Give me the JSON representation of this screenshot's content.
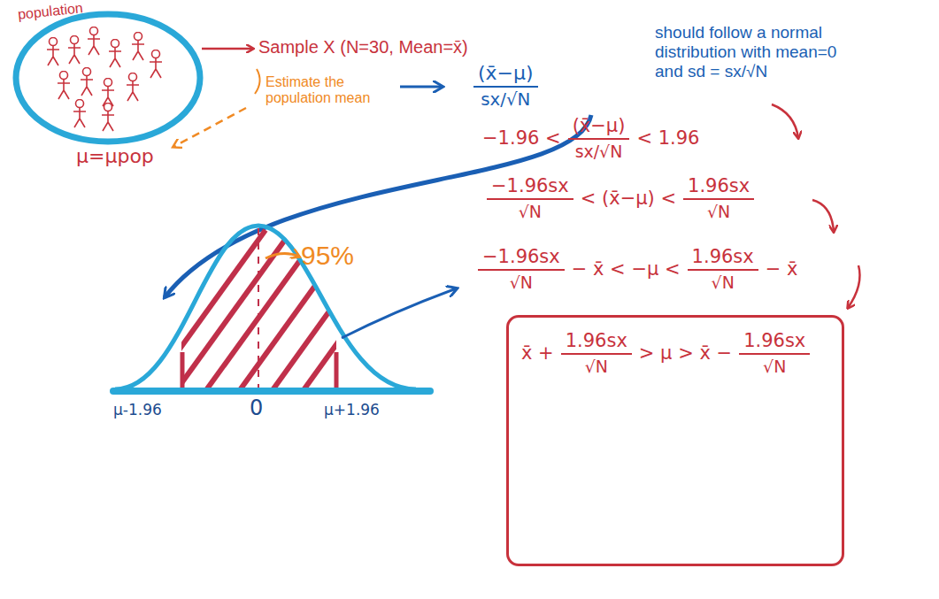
{
  "diagram": {
    "nodes": [
      {
        "text": [
          "population"
        ]
      },
      {
        "text": [
          "x̄ +",
          "1.96sx",
          "√N",
          "> μ > x̄ −",
          "1.96sx",
          "√N"
        ]
      }
    ],
    "labels": [
      "Sample X (N=30, Mean=x̄)",
      "Estimate the population mean",
      "μ=μpop",
      "(x̄−μ)",
      "sx/√N",
      "should follow a normal distribution with mean=0 and sd = sx/√N",
      "95%",
      "μ-1.96",
      "0",
      "μ+1.96",
      "−1.96 <",
      "(x̄−μ)",
      "sx/√N",
      "< 1.96",
      "−1.96sx",
      "√N",
      "< (x̄−μ) <",
      "1.96sx",
      "√N",
      "−1.96sx",
      "√N",
      "− x̄ < −μ <",
      "1.96sx",
      "√N",
      "− x̄"
    ]
  }
}
